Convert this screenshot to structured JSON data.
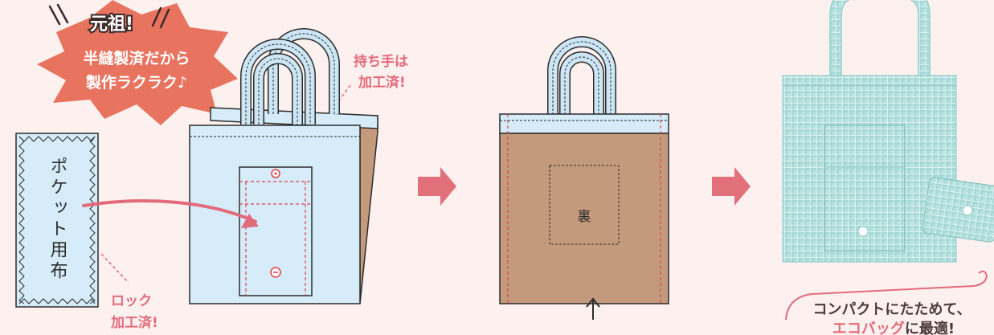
{
  "burst": {
    "top": "元祖!",
    "line1": "半縫製済だから",
    "line2": "製作ラクラク♪"
  },
  "handle_note": {
    "line1": "持ち手は",
    "line2": "加工済!"
  },
  "pocket_cloth": {
    "label": "ポケット用布"
  },
  "lock_note": {
    "line1": "ロック",
    "line2": "加工済!"
  },
  "back_label": "裏",
  "caption": {
    "line1": "コンパクトにたためて、",
    "line2_emph": "エコバッグ",
    "line2_rest": "に最適!"
  },
  "colors": {
    "background": "#fdf1ef",
    "burst": "#e8735f",
    "accent_text": "#e36a7b",
    "arrow": "#e2707b",
    "bag_front": "#d6ecf8",
    "bag_back": "#c49a7c",
    "handle": "#cde6f5",
    "check_fabric": "#a8ddd9",
    "stitch_red": "#e0414b"
  },
  "icons": [
    "burst-shape",
    "arrow-right-icon",
    "up-arrow-icon",
    "snap-button-icon"
  ]
}
